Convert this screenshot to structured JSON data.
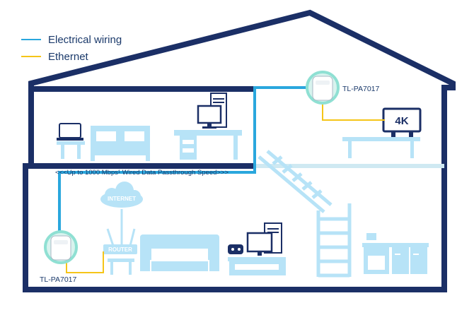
{
  "legend": {
    "items": [
      {
        "label": "Electrical wiring",
        "color": "#2aa7dd"
      },
      {
        "label": "Ethernet",
        "color": "#f5c518"
      }
    ]
  },
  "adapters": {
    "upstairs_label": "TL-PA7017",
    "downstairs_label": "TL-PA7017"
  },
  "speed_text": "<<<Up to 1000 Mbps¹ Wired Data Passthrough Speed>>>",
  "tv_badge": "4K",
  "internet_label": "INTERNET",
  "router_label": "ROUTER",
  "colors": {
    "house_outline": "#1b2f66",
    "furniture": "#b7e3f7",
    "electrical": "#2aa7dd",
    "ethernet": "#f5c518",
    "adapter_ring": "#8fe0d3"
  }
}
